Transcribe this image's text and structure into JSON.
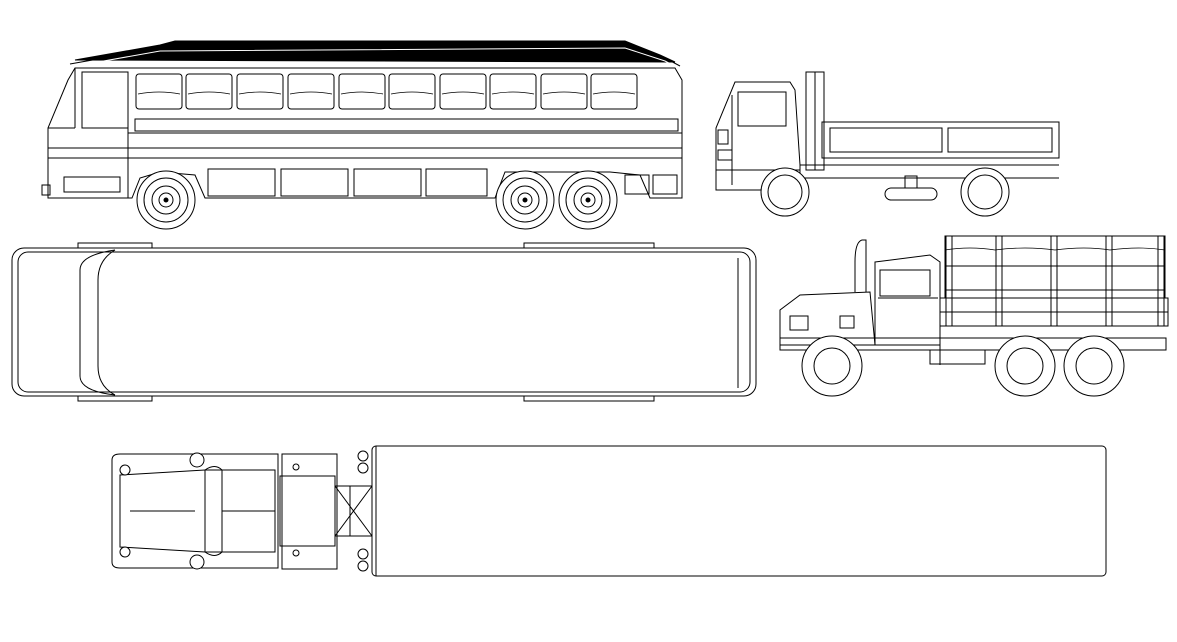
{
  "drawing": {
    "background": "#ffffff",
    "line_color": "#000000",
    "vehicles": [
      {
        "id": "coach-bus-side",
        "view": "side"
      },
      {
        "id": "flatbed-truck-side",
        "view": "side"
      },
      {
        "id": "coach-bus-top",
        "view": "top"
      },
      {
        "id": "cargo-truck-side",
        "view": "side"
      },
      {
        "id": "semi-trailer-top",
        "view": "top"
      }
    ]
  }
}
